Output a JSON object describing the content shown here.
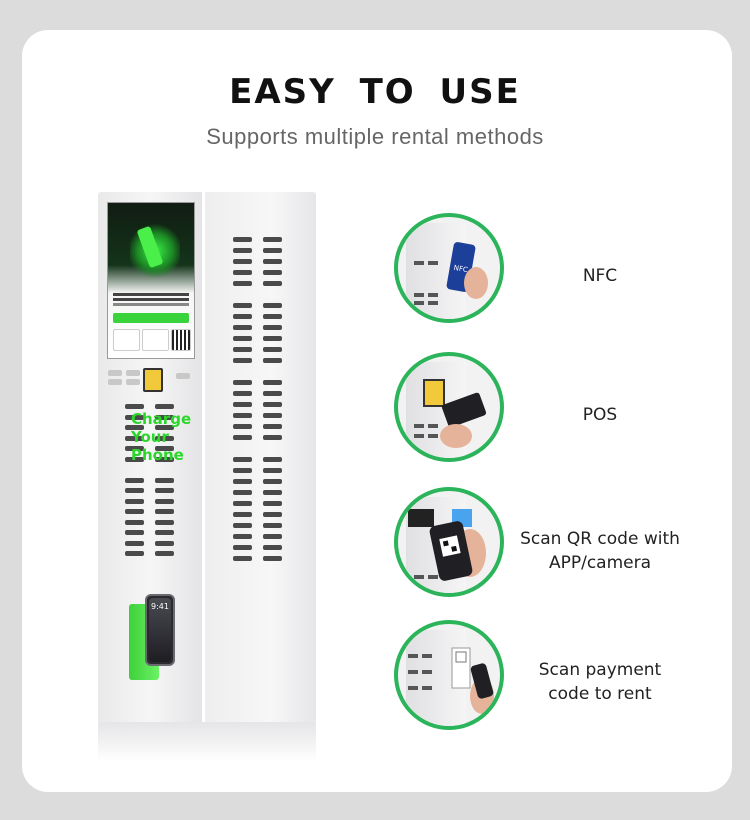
{
  "header": {
    "title": "EASY TO USE",
    "subtitle": "Supports multiple rental methods"
  },
  "kiosk": {
    "tagline": [
      "Charge",
      "Your",
      "Phone"
    ],
    "phone_time": "9:41",
    "accent_color": "#2cd62a"
  },
  "methods": [
    {
      "label": [
        "NFC"
      ],
      "icon": "nfc-phone-icon"
    },
    {
      "label": [
        "POS"
      ],
      "icon": "credit-card-icon"
    },
    {
      "label": [
        "Scan QR code with",
        "APP/camera"
      ],
      "icon": "qr-code-phone-icon"
    },
    {
      "label": [
        "Scan payment",
        "code to rent"
      ],
      "icon": "payment-scan-icon"
    }
  ],
  "colors": {
    "circle_border": "#2bb45a",
    "background": "#dcdcdc",
    "card": "#ffffff"
  }
}
